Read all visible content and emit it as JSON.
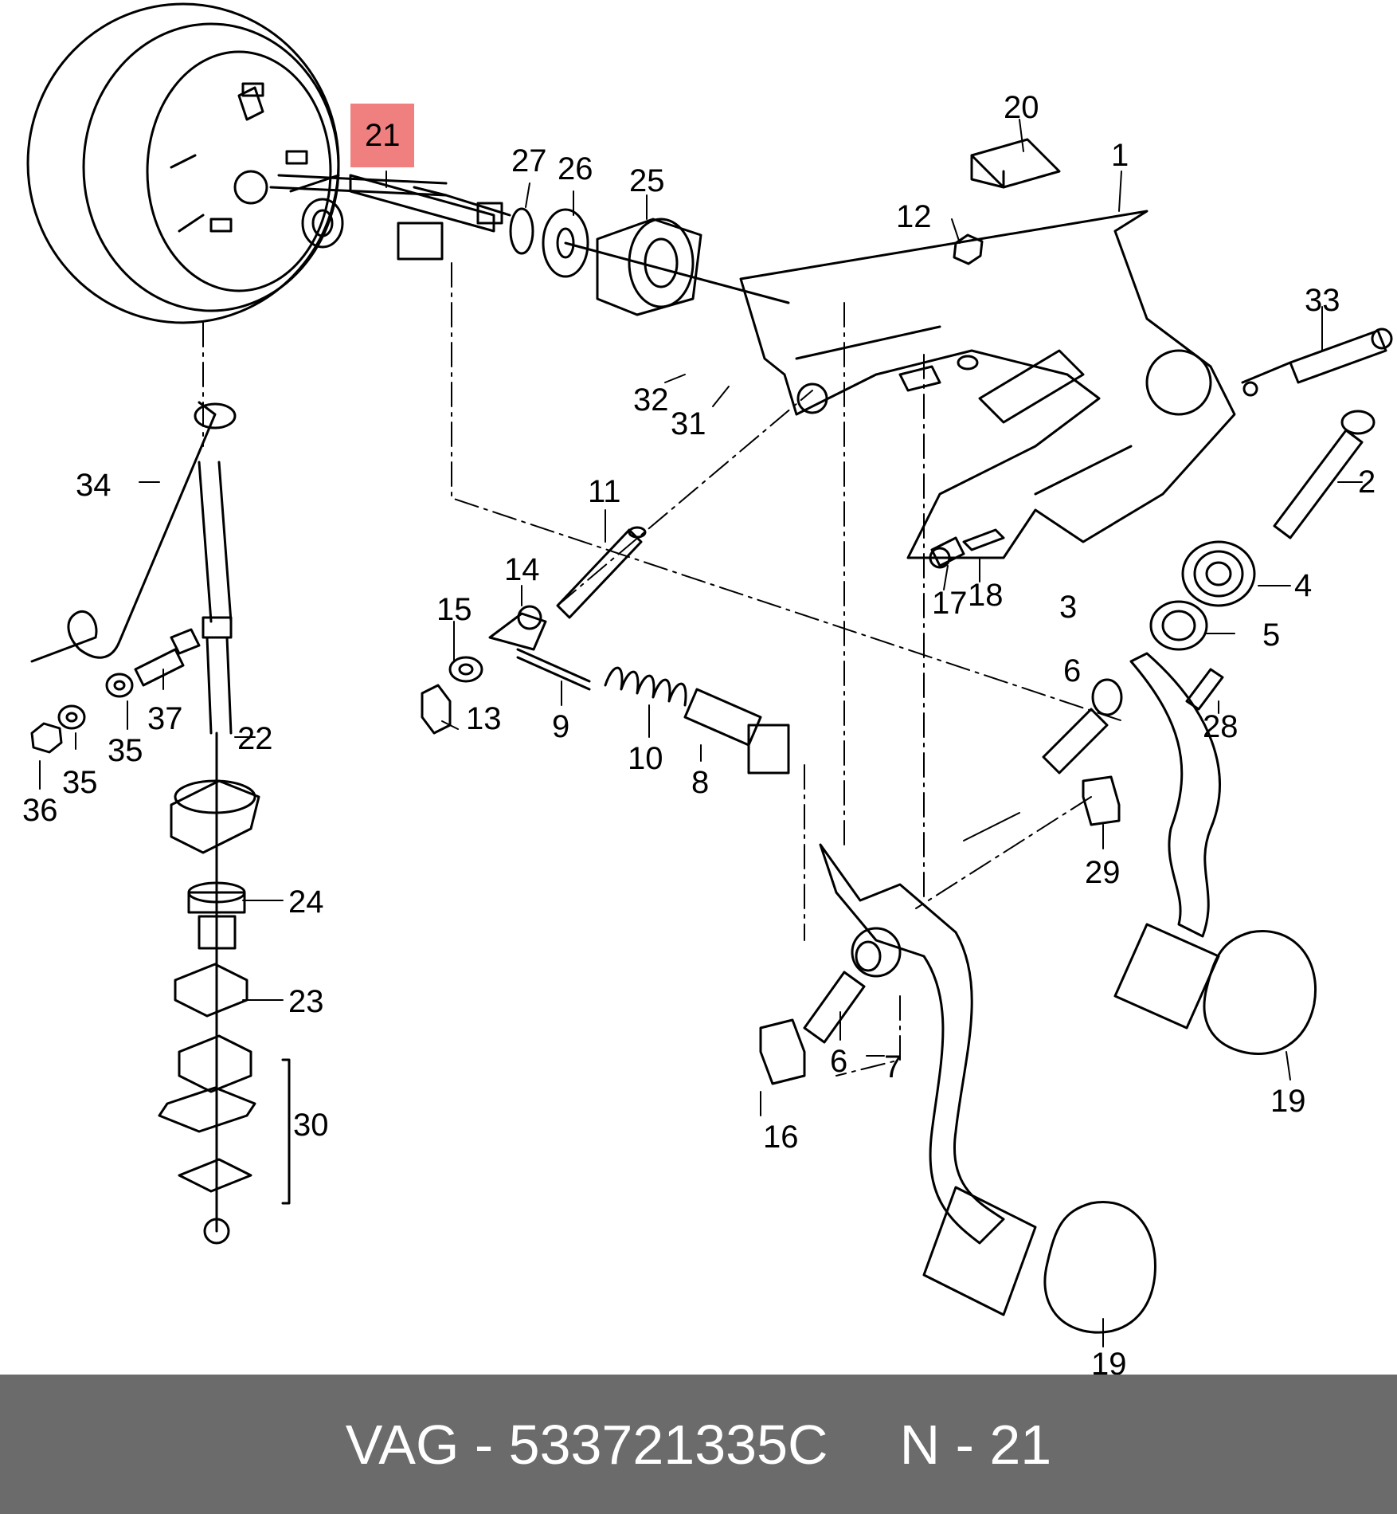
{
  "diagram": {
    "highlight_color": "#f08080",
    "callouts": [
      "1",
      "2",
      "3",
      "4",
      "5",
      "6",
      "6",
      "7",
      "8",
      "9",
      "10",
      "11",
      "12",
      "13",
      "14",
      "15",
      "16",
      "17",
      "18",
      "19",
      "19",
      "20",
      "21",
      "22",
      "23",
      "24",
      "25",
      "26",
      "27",
      "28",
      "29",
      "30",
      "31",
      "32",
      "33",
      "34",
      "35",
      "35",
      "36",
      "37"
    ]
  },
  "footer": {
    "part_ref": "VAG - 533721335C",
    "position": "N - 21",
    "background": "#6b6b6b"
  }
}
